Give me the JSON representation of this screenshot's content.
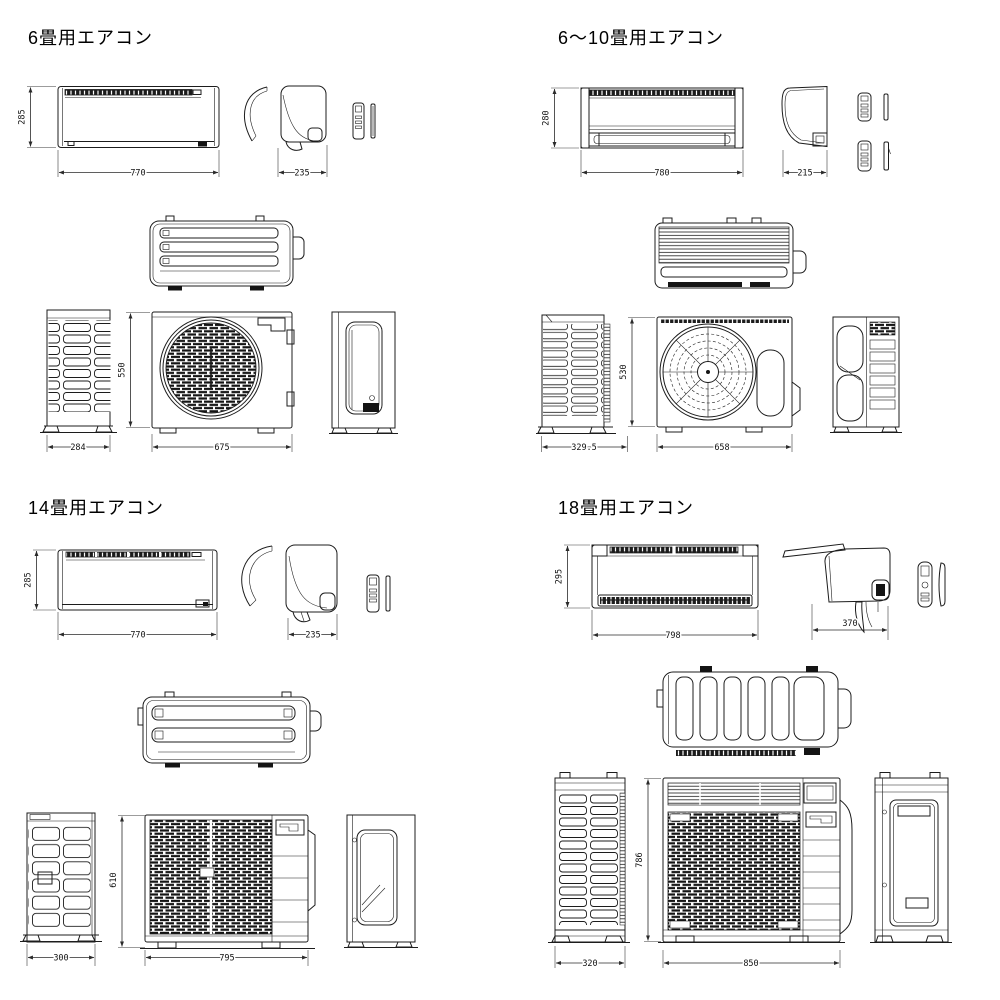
{
  "page": {
    "background": "#ffffff",
    "line_color": "#1c1c1c"
  },
  "sections": [
    {
      "id": "6jo",
      "title": "6畳用エアコン",
      "indoor": {
        "height_mm": "285",
        "width_mm": "770",
        "depth_mm": "235"
      },
      "outdoor": {
        "height_mm": "550",
        "width_mm": "675",
        "depth_mm": "284"
      }
    },
    {
      "id": "6-10jo",
      "title": "6〜10畳用エアコン",
      "indoor": {
        "height_mm": "280",
        "width_mm": "780",
        "depth_mm": "215"
      },
      "outdoor": {
        "height_mm": "530",
        "width_mm": "658",
        "depth_mm": "329.5"
      }
    },
    {
      "id": "14jo",
      "title": "14畳用エアコン",
      "indoor": {
        "height_mm": "285",
        "width_mm": "770",
        "depth_mm": "235"
      },
      "outdoor": {
        "height_mm": "610",
        "width_mm": "795",
        "depth_mm": "300"
      }
    },
    {
      "id": "18jo",
      "title": "18畳用エアコン",
      "indoor": {
        "height_mm": "295",
        "width_mm": "798",
        "depth_mm": "370"
      },
      "outdoor": {
        "height_mm": "786",
        "width_mm": "850",
        "depth_mm": "320"
      }
    }
  ]
}
